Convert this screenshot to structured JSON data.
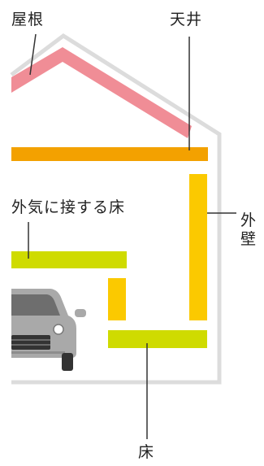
{
  "labels": {
    "roof": "屋根",
    "ceiling": "天井",
    "exterior_floor": "外気に接する床",
    "exterior_wall": "外\n壁",
    "floor": "床"
  },
  "colors": {
    "roof": "#f08d96",
    "ceiling": "#f3a100",
    "wall": "#fbc900",
    "floor": "#cfdb00",
    "house_outline": "#dcdcdc",
    "leader_line": "#333333",
    "text": "#222222",
    "car_body": "#a9a9a9",
    "car_window": "#6e6e6e",
    "car_grille": "#333333"
  },
  "icons": {
    "car": "car-front-icon"
  }
}
